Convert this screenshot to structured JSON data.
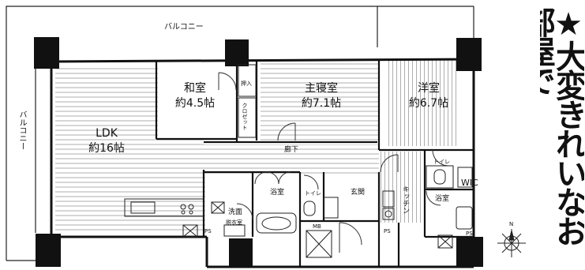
{
  "rooms": {
    "ldk": {
      "name": "LDK",
      "size": "約16帖"
    },
    "washitsu": {
      "name": "和室",
      "size": "約4.5帖"
    },
    "master": {
      "name": "主寝室",
      "size": "約7.1帖"
    },
    "youshitsu": {
      "name": "洋室",
      "size": "約6.7帖"
    }
  },
  "labels": {
    "balcony_top": "バルコニー",
    "balcony_side": "バルコニー",
    "oshiire": "押入",
    "closet": "クロゼット",
    "hallway": "廊下",
    "wic": "WIC",
    "toilet_a": "トイレ",
    "toilet_b": "トイレ",
    "washroom": "洗面",
    "dressing": "脱衣室",
    "bath_a": "浴室",
    "bath_b": "浴室",
    "entrance": "玄関",
    "kitchen": "キッチン",
    "mb": "MB",
    "ps": "PS",
    "compass": "N"
  },
  "catchphrase": "★大変きれいなお部屋で",
  "colors": {
    "wall": "#111111",
    "floor_line": "#8a8a8a",
    "background": "#ffffff"
  }
}
